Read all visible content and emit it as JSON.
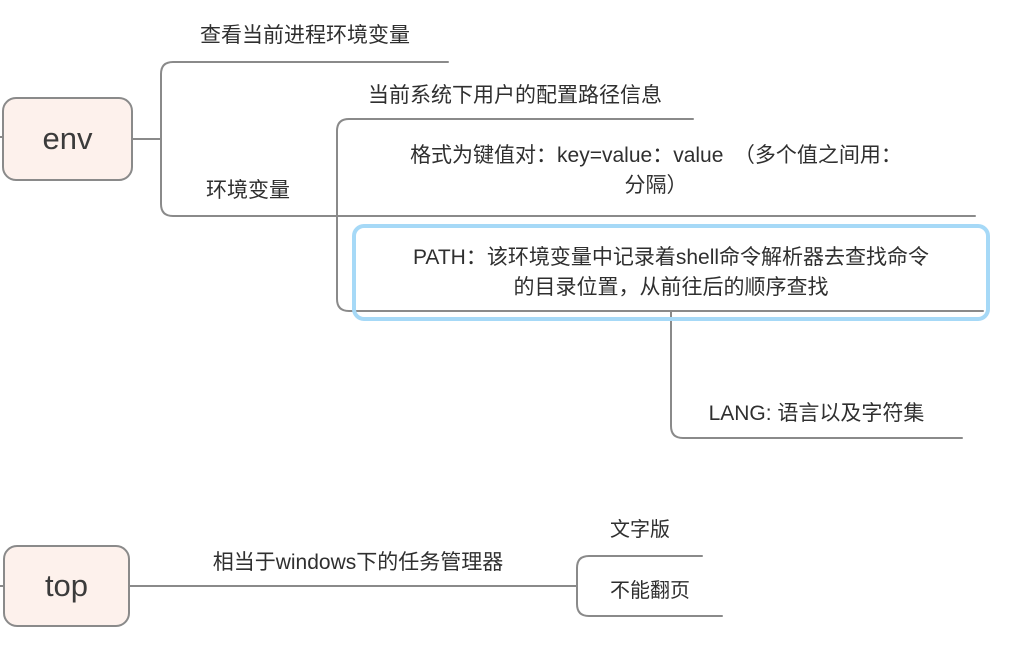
{
  "colors": {
    "background": "#ffffff",
    "line": "#8a8a8a",
    "topic_fill": "#fdf1ec",
    "topic_border": "#8a8a8a",
    "selection_border": "#a6d9f7",
    "text": "#2f2f2f"
  },
  "mindmap": {
    "env": {
      "label": "env",
      "children": {
        "view_env": {
          "label": "查看当前进程环境变量"
        },
        "env_vars": {
          "label": "环境变量",
          "children": {
            "config_path": {
              "label": "当前系统下用户的配置路径信息"
            },
            "format": {
              "lines": [
                "格式为键值对：key=value：value　（多个值之间用：",
                "分隔）"
              ]
            },
            "path": {
              "selected": true,
              "lines": [
                "PATH：该环境变量中记录着shell命令解析器去查找命令",
                "的目录位置，从前往后的顺序查找"
              ],
              "children": {
                "lang": {
                  "label": "LANG: 语言以及字符集"
                }
              }
            }
          }
        }
      }
    },
    "top": {
      "label": "top",
      "children": {
        "task_manager": {
          "label": "相当于windows下的任务管理器",
          "children": {
            "text_version": {
              "label": "文字版"
            },
            "no_paging": {
              "label": "不能翻页"
            }
          }
        }
      }
    }
  }
}
